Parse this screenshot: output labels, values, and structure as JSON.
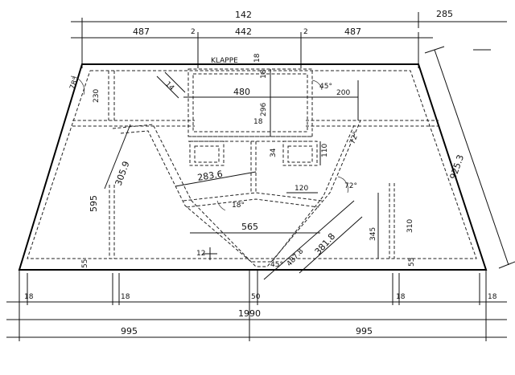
{
  "labels": {
    "top_total": "142",
    "top_right_extra": "285",
    "top_left_seg": "487",
    "top_mid_seg": "442",
    "top_right_seg": "487",
    "top_gap_left": "2",
    "top_gap_right": "2",
    "klappe": "KLAPPE",
    "klappe_gap": "18",
    "corner_left": "78°",
    "left_230": "230",
    "d_14": "14",
    "d_18_a": "18",
    "d_480": "480",
    "d_296": "296",
    "d_45deg": "45°",
    "d_200": "200",
    "d_18_b": "18",
    "d_72deg_top": "72°",
    "d_34": "34",
    "d_110": "110",
    "right_slant": "925.3",
    "d_305": "305.9",
    "left_595": "595",
    "d_283": "283.6",
    "d_18deg": "18°",
    "d_120": "120",
    "d_72deg": "72°",
    "d_565": "565",
    "d_345": "345",
    "d_310": "310",
    "d_381": "381.8",
    "d_487b": "487.8",
    "d_45deg_b": "45°",
    "d_12": "12",
    "d_55_left": "55",
    "d_55_right": "55",
    "bot_18_a": "18",
    "bot_18_b": "18",
    "bot_50": "50",
    "bot_18_c": "18",
    "bot_18_d": "18",
    "bot_total": "1990",
    "bot_half_left": "995",
    "bot_half_right": "995"
  }
}
